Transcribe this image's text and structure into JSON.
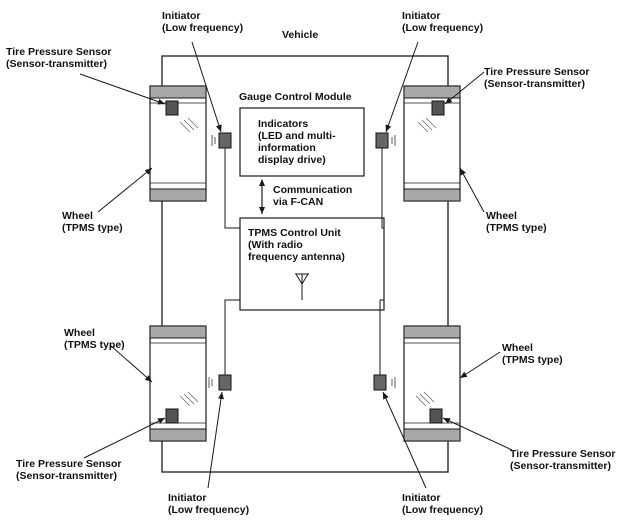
{
  "labels": {
    "vehicle": "Vehicle",
    "gauge_control_module": "Gauge Control Module",
    "communication": [
      "Communication",
      "via F-CAN"
    ],
    "indicators": [
      "Indicators",
      "(LED and multi-",
      "information",
      "display drive)"
    ],
    "tpms_control_unit": [
      "TPMS Control Unit",
      "(With radio",
      "frequency antenna)"
    ],
    "initiator": [
      "Initiator",
      "(Low frequency)"
    ],
    "tire_pressure_sensor": [
      "Tire Pressure Sensor",
      "(Sensor-transmitter)"
    ],
    "wheel": [
      "Wheel",
      "(TPMS type)"
    ]
  },
  "colors": {
    "line": "#1a1a1a",
    "wheel_band": "#a8a8a8",
    "sensor_fill": "#555555",
    "initiator_fill": "#666666"
  },
  "icons": {
    "antenna": "antenna-icon",
    "initiator": "initiator-coil-icon"
  }
}
